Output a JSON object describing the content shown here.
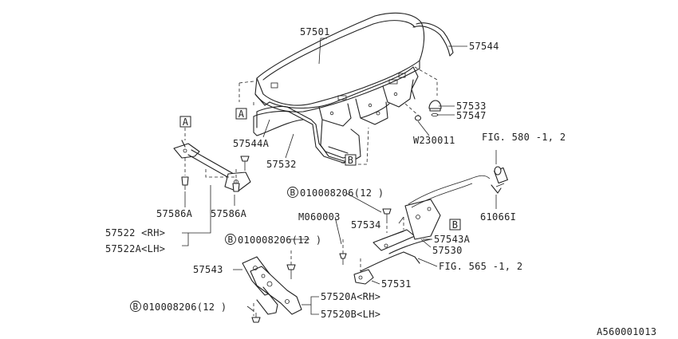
{
  "diagram": {
    "figure_code": "A560001013",
    "callouts": {
      "trunk_lid": "57501",
      "weatherstrip": "57544",
      "weatherstrip_lower": "57544A",
      "seal_piece": "57532",
      "bumper": "57533",
      "washer": "57547",
      "grommet": "W230011",
      "cushion_rh": "57586A",
      "cushion_lh": "57586A",
      "torsion_rh": "57522 <RH>",
      "torsion_lh": "57522A<LH>",
      "bolt_top": "010008206(12 )",
      "bolt_mid": "010008206(12 )",
      "bolt_low": "010008206(12 )",
      "screw": "M060003",
      "lock_cover": "57534",
      "lock_bracket": "57543A",
      "lock_assy": "57530",
      "striker": "57531",
      "hinge_bracket": "57543",
      "hinge_rh": "57520A<RH>",
      "hinge_lh": "57520B<LH>",
      "fig_580": "FIG. 580 -1, 2",
      "fig_565": "FIG. 565 -1, 2",
      "key_cylinder": "61066I"
    },
    "ref_marks": {
      "a": "A",
      "b": "B",
      "bolt_symbol": "B"
    }
  }
}
